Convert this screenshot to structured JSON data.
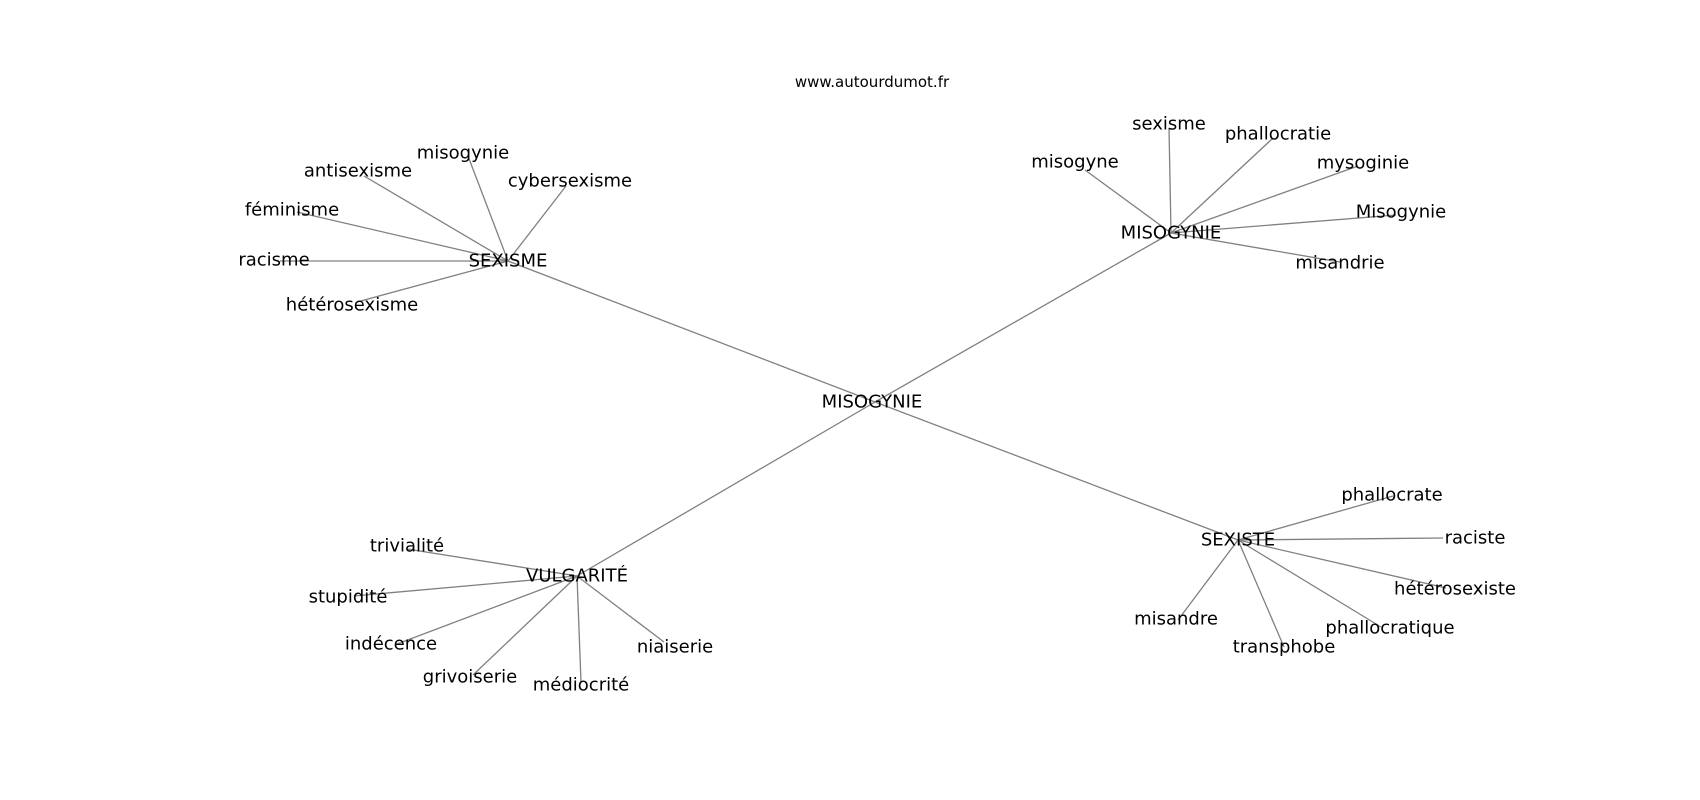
{
  "site": "www.autourdumot.fr",
  "graph": {
    "center": "MISOGYNIE",
    "clusters": [
      {
        "hub": "SEXISME",
        "leaves": [
          "misogynie",
          "antisexisme",
          "cybersexisme",
          "féminisme",
          "racisme",
          "hétérosexisme"
        ]
      },
      {
        "hub": "MISOGYNIE",
        "leaves": [
          "sexisme",
          "phallocratie",
          "misogyne",
          "mysoginie",
          "Misogynie",
          "misandrie"
        ]
      },
      {
        "hub": "VULGARITÉ",
        "leaves": [
          "trivialité",
          "stupidité",
          "indécence",
          "grivoiserie",
          "médiocrité",
          "niaiserie"
        ]
      },
      {
        "hub": "SEXISTE",
        "leaves": [
          "phallocrate",
          "raciste",
          "hétérosexiste",
          "phallocratique",
          "transphobe",
          "misandre"
        ]
      }
    ]
  }
}
